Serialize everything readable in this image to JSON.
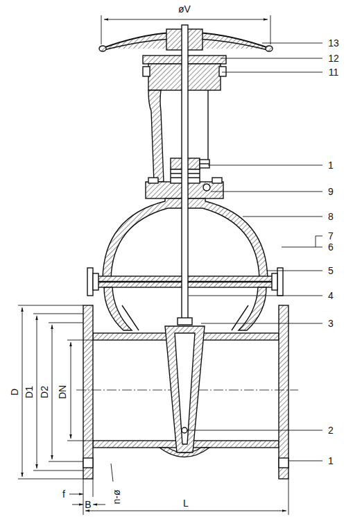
{
  "diagram": {
    "labels": [
      "øV",
      "13",
      "12",
      "11",
      "1",
      "9",
      "8",
      "7",
      "6",
      "5",
      "4",
      "3",
      "2",
      "1",
      "D",
      "D1",
      "D2",
      "DN",
      "f",
      "B",
      "n-ø",
      "L"
    ]
  }
}
